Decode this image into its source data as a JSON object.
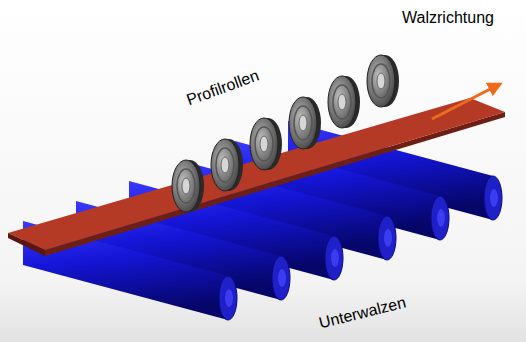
{
  "diagram": {
    "labels": [
      "Walzrichtung",
      "Profilrollen",
      "Unterwalzen"
    ]
  }
}
